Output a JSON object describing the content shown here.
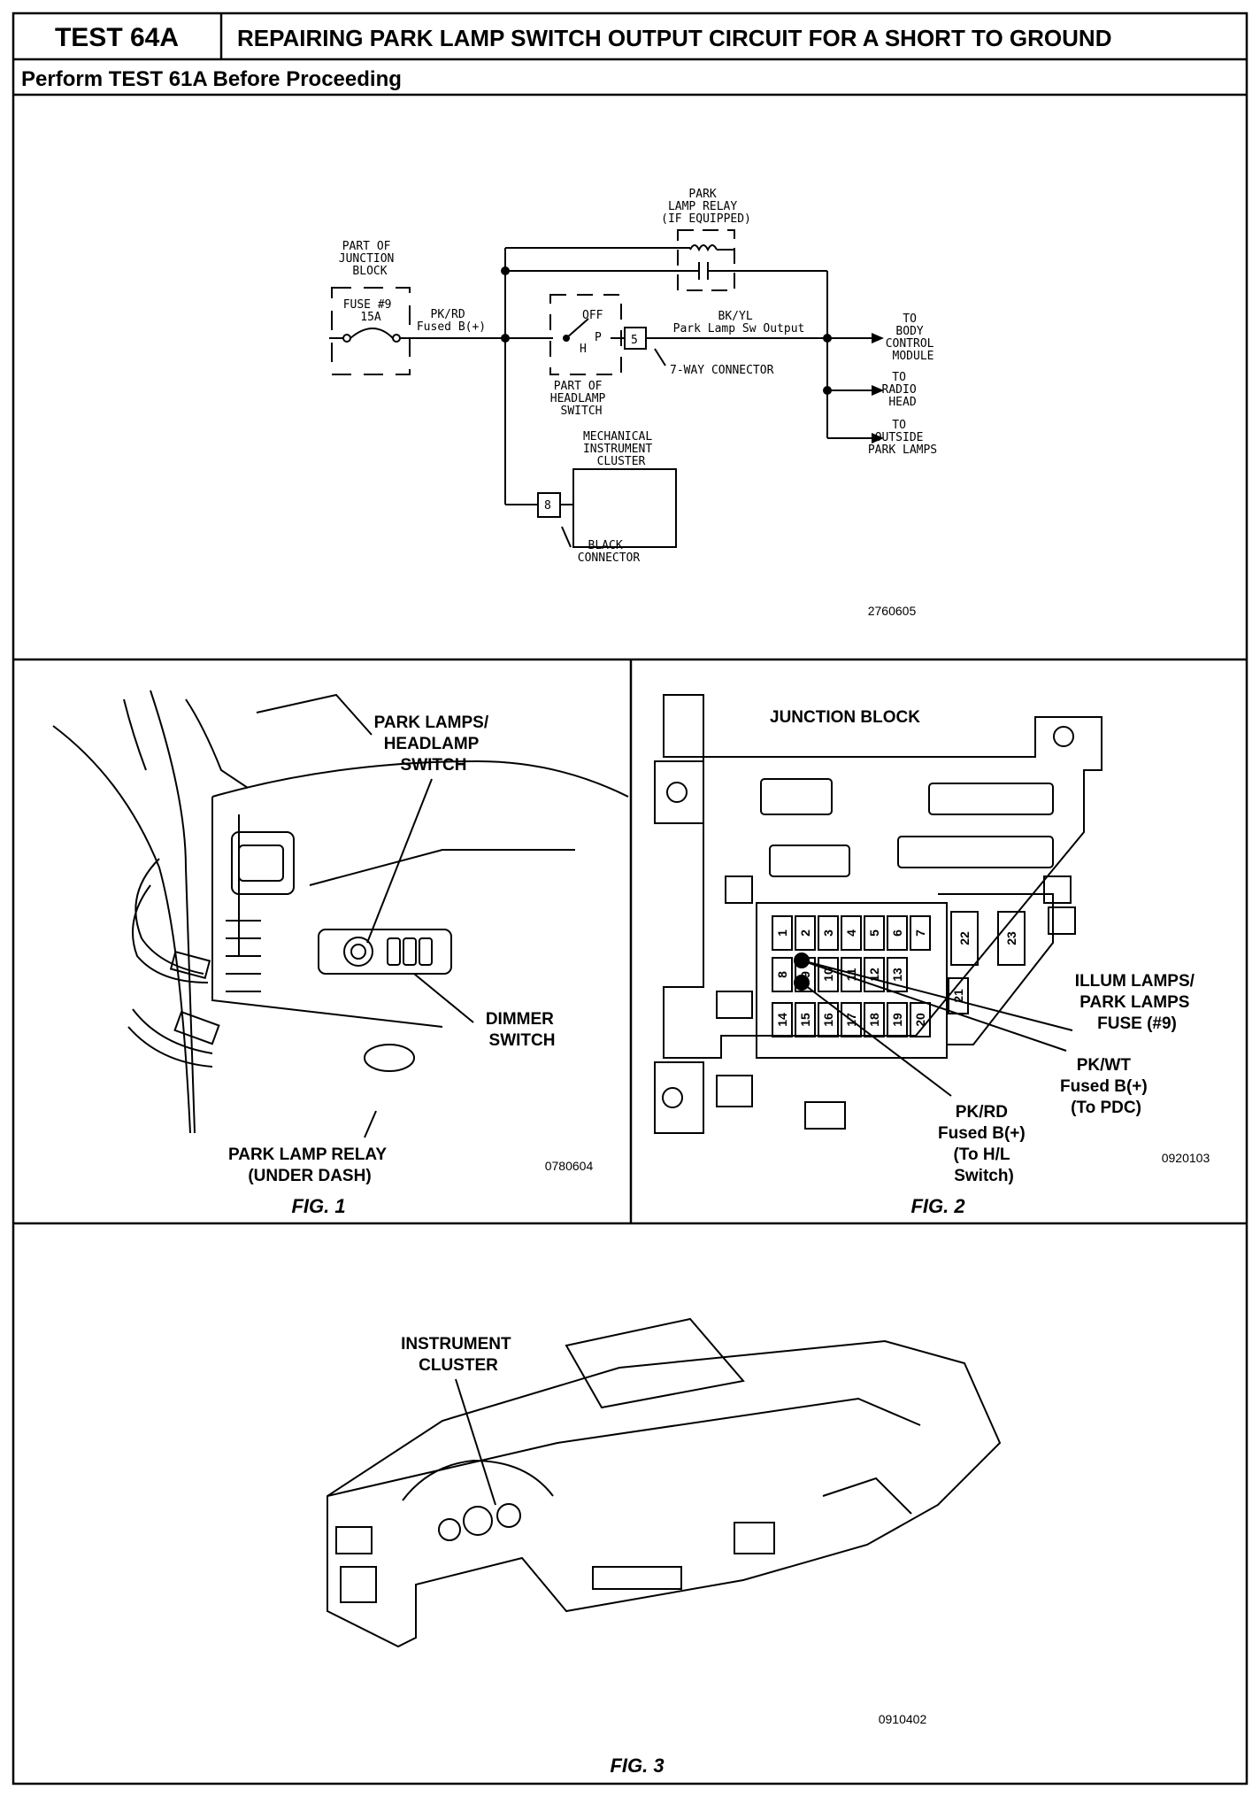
{
  "header": {
    "test_id": "TEST 64A",
    "title": "REPAIRING PARK LAMP SWITCH OUTPUT CIRCUIT FOR A SHORT TO GROUND",
    "prerequisite": "Perform TEST 61A Before Proceeding"
  },
  "schematic": {
    "junction_block": [
      "PART OF",
      "JUNCTION",
      "BLOCK"
    ],
    "fuse": [
      "FUSE #9",
      "15A"
    ],
    "feed_wire": [
      "PK/RD",
      "Fused B(+)"
    ],
    "relay": [
      "PARK",
      "LAMP RELAY",
      "(IF EQUIPPED)"
    ],
    "switch_positions": {
      "off": "OFF",
      "park": "P",
      "head": "H"
    },
    "switch_label": [
      "PART OF",
      "HEADLAMP",
      "SWITCH"
    ],
    "connector_pin": "5",
    "output_wire": [
      "BK/YL",
      "Park Lamp Sw Output"
    ],
    "connector_label": "7-WAY CONNECTOR",
    "destinations": [
      [
        "TO",
        "BODY",
        "CONTROL",
        "MODULE"
      ],
      [
        "TO",
        "RADIO",
        "HEAD"
      ],
      [
        "TO",
        "OUTSIDE",
        "PARK LAMPS"
      ]
    ],
    "cluster": [
      "MECHANICAL",
      "INSTRUMENT",
      "CLUSTER"
    ],
    "cluster_pin": "8",
    "cluster_connector": [
      "BLACK",
      "CONNECTOR"
    ],
    "figure_number": "2760605"
  },
  "fig1": {
    "callout_switch": [
      "PARK LAMPS/",
      "HEADLAMP",
      "SWITCH"
    ],
    "callout_dimmer": [
      "DIMMER",
      "SWITCH"
    ],
    "callout_relay": [
      "PARK LAMP RELAY",
      "(UNDER DASH)"
    ],
    "figure_number": "0780604",
    "caption": "FIG. 1"
  },
  "fig2": {
    "title": "JUNCTION BLOCK",
    "fuse_rows": [
      [
        "1",
        "2",
        "3",
        "4",
        "5",
        "6",
        "7"
      ],
      [
        "8",
        "9",
        "10",
        "11",
        "12",
        "13"
      ],
      [
        "14",
        "15",
        "16",
        "17",
        "18",
        "19",
        "20"
      ]
    ],
    "fuse_tall": [
      "22",
      "23",
      "21"
    ],
    "callout_fuse": [
      "ILLUM LAMPS/",
      "PARK LAMPS",
      "FUSE (#9)"
    ],
    "callout_pkwt": [
      "PK/WT",
      "Fused B(+)",
      "(To PDC)"
    ],
    "callout_pkrd": [
      "PK/RD",
      "Fused B(+)",
      "(To H/L",
      "Switch)"
    ],
    "figure_number": "0920103",
    "caption": "FIG. 2"
  },
  "fig3": {
    "callout_cluster": [
      "INSTRUMENT",
      "CLUSTER"
    ],
    "figure_number": "0910402",
    "caption": "FIG. 3"
  }
}
